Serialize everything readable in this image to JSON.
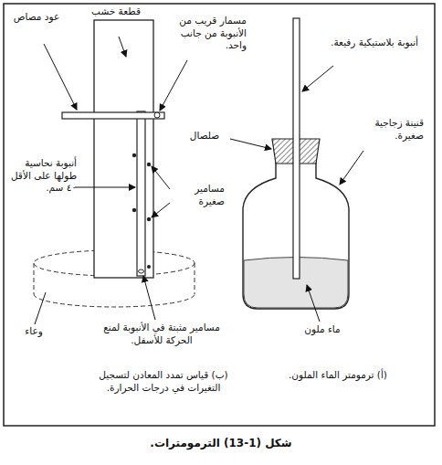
{
  "diagram": {
    "caption": "شكل (1-13) الترمومترات.",
    "labels": [
      "عود مصاص",
      "قطعة خشب",
      "مسمار قريب من الأنبوبة من جانب واحد.",
      "أنبوبة نحاسية طولها على الأقل ٤٠ سم.",
      "مسامير صغيرة",
      "مسامير مثبتة في الأنبوبة لمنع الحركة للأسفل.",
      "وعاء",
      "(ب) قياس تمدد المعادن لتسجيل التغيرات في درجات الحرارة.",
      "أنبوبة بلاستيكية رفيعة.",
      "صلصال",
      "قنينة زجاجية صغيرة.",
      "ماء ملون",
      "(أ) ترمومتر الماء الملون."
    ]
  }
}
